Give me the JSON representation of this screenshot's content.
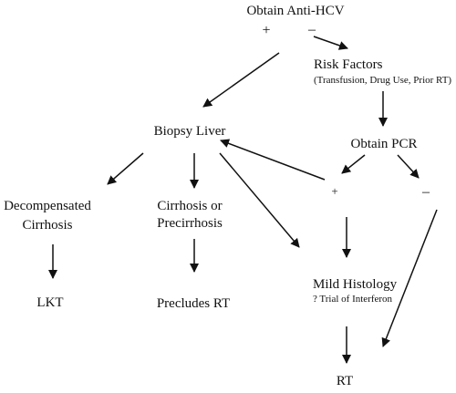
{
  "nodes": {
    "anti_hcv": "Obtain Anti-HCV",
    "anti_plus": "+",
    "anti_minus": "–",
    "risk_title": "Risk Factors",
    "risk_detail": "(Transfusion, Drug  Use, Prior RT)",
    "biopsy": "Biopsy Liver",
    "pcr": "Obtain PCR",
    "pcr_plus": "+",
    "pcr_minus": "–",
    "decomp_line1": "Decompensated",
    "decomp_line2": "Cirrhosis",
    "cirrhosis_line1": "Cirrhosis or",
    "cirrhosis_line2": "Precirrhosis",
    "mild_histology": "Mild Histology",
    "interferon": "? Trial of Interferon",
    "lkt": "LKT",
    "precludes_rt": "Precludes RT",
    "rt": "RT"
  },
  "colors": {
    "ink": "#111111",
    "background": "#ffffff"
  }
}
